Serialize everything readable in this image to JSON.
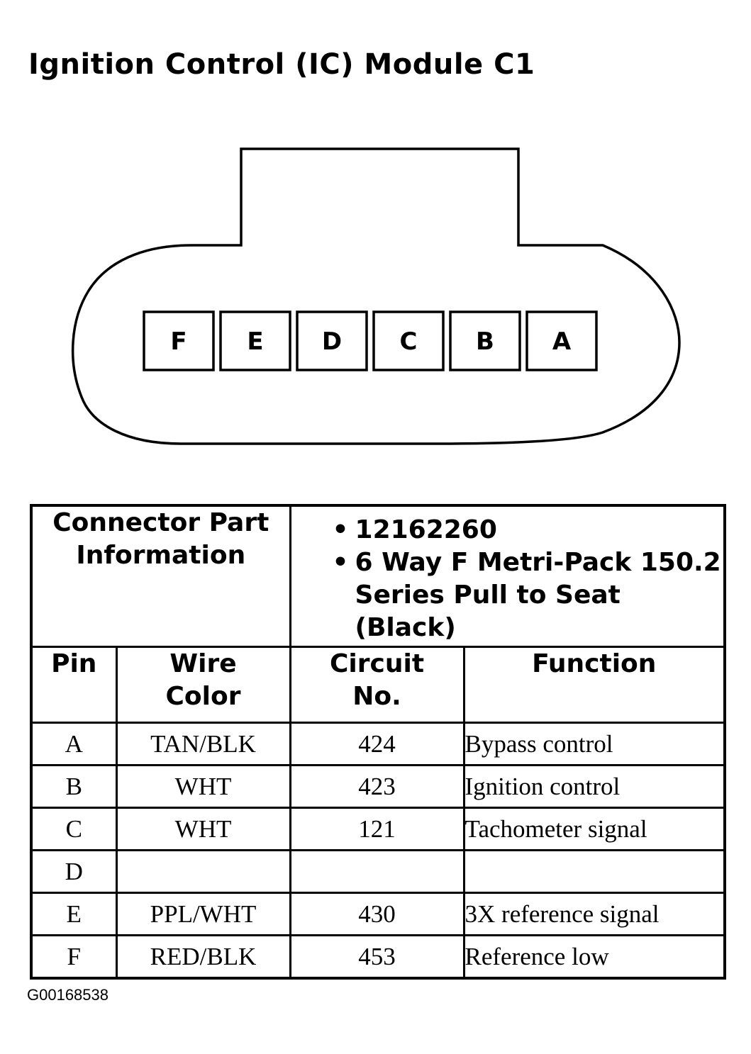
{
  "title": "Ignition Control (IC) Module C1",
  "connector": {
    "pins": [
      "F",
      "E",
      "D",
      "C",
      "B",
      "A"
    ]
  },
  "part_info": {
    "label_line1": "Connector Part",
    "label_line2": "Information",
    "items": [
      "12162260",
      "6 Way F Metri-Pack 150.2 Series Pull to Seat (Black)"
    ]
  },
  "table": {
    "headers": {
      "pin": "Pin",
      "wire_color_1": "Wire",
      "wire_color_2": "Color",
      "circuit_1": "Circuit",
      "circuit_2": "No.",
      "function": "Function"
    },
    "rows": [
      {
        "pin": "A",
        "wire": "TAN/BLK",
        "circuit": "424",
        "function": "Bypass control"
      },
      {
        "pin": "B",
        "wire": "WHT",
        "circuit": "423",
        "function": "Ignition control"
      },
      {
        "pin": "C",
        "wire": "WHT",
        "circuit": "121",
        "function": "Tachometer signal"
      },
      {
        "pin": "D",
        "wire": "",
        "circuit": "",
        "function": ""
      },
      {
        "pin": "E",
        "wire": "PPL/WHT",
        "circuit": "430",
        "function": "3X reference signal"
      },
      {
        "pin": "F",
        "wire": "RED/BLK",
        "circuit": "453",
        "function": "Reference low"
      }
    ]
  },
  "figure_code": "G00168538"
}
